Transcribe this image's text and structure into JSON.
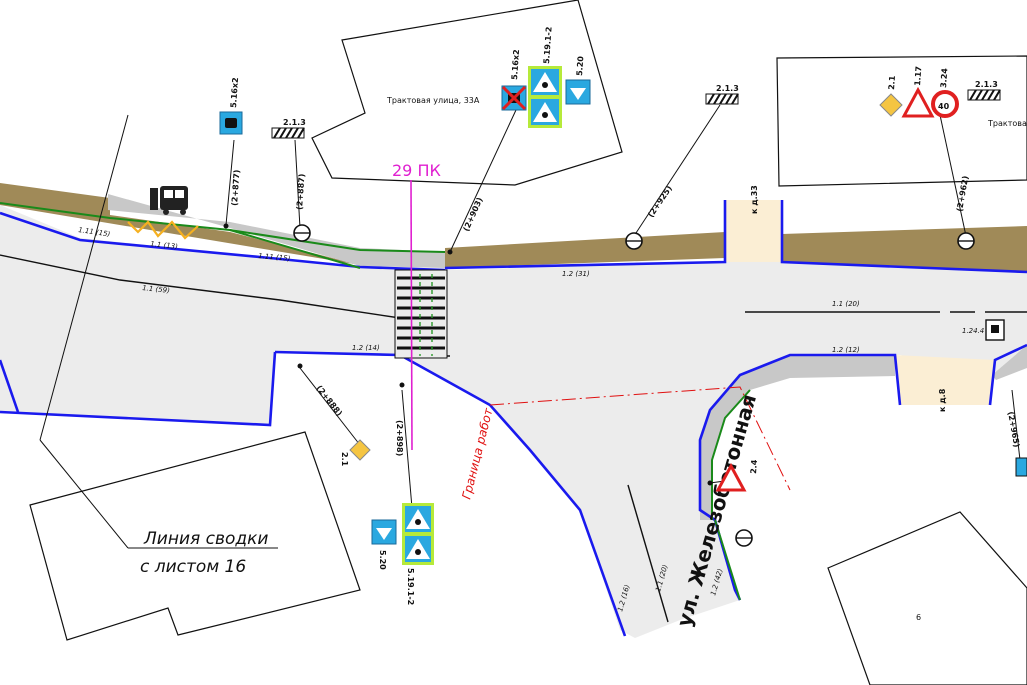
{
  "addresses": {
    "building_1": "Трактовая улица, 33А",
    "building_2": "Трактовая у"
  },
  "street_name": "ул. Железобетонная",
  "picket_label": "29 ПК",
  "work_border_label": "Граница работ",
  "summary_note": {
    "line1": "Линия сводки",
    "line2": "с листом 16"
  },
  "building_number": "6",
  "chainages": {
    "c1": "(2+877)",
    "c2": "(2+887)",
    "c3": "(2+903)",
    "c4": "(2+925)",
    "c5": "(2+962)",
    "c6": "(2+888)",
    "c7": "(2+898)",
    "c8": "(2+965)"
  },
  "markings": {
    "m1": "1.11 (15)",
    "m2": "1.1 (13)",
    "m3": "1.11 (15)",
    "m4": "1.1 (59)",
    "m5": "1.2 (31)",
    "m6": "1.1 (20)",
    "m7": "1.2 (14)",
    "m8": "1.2 (12)",
    "m9": "1.24.4",
    "m10": "1.2 (16)",
    "m11": "1.1 (20)",
    "m12": "1.2 (42)"
  },
  "sign_codes": {
    "s1": "5.16х2",
    "s2": "2.1.3",
    "s3": "5.16х2",
    "s4": "5.19.1-2",
    "s5": "5.20",
    "s6": "2.1.3",
    "s7": "2.1",
    "s8": "1.17",
    "s9": "3.24",
    "s10": "2.1.3",
    "s11": "2.1",
    "s12": "5.20",
    "s13": "5.19.1-2",
    "s14": "2.4"
  },
  "speed_limit": "40",
  "curb_labels": {
    "k1": "к д.33",
    "k2": "к д.8"
  },
  "colors": {
    "road": "#ececec",
    "sidewalk": "#c8c8c8",
    "verge": "#a08a58",
    "curb": "#1a1aee",
    "lawn_edge": "#1a8a1a",
    "crossing_fill": "#fbeed4",
    "picket": "#e020d0",
    "border": "#e01010",
    "sign_blue": "#2aa8e0",
    "sign_frame": "#b6ea3a",
    "sign_yellow": "#f5c542",
    "sign_red": "#e02020"
  }
}
